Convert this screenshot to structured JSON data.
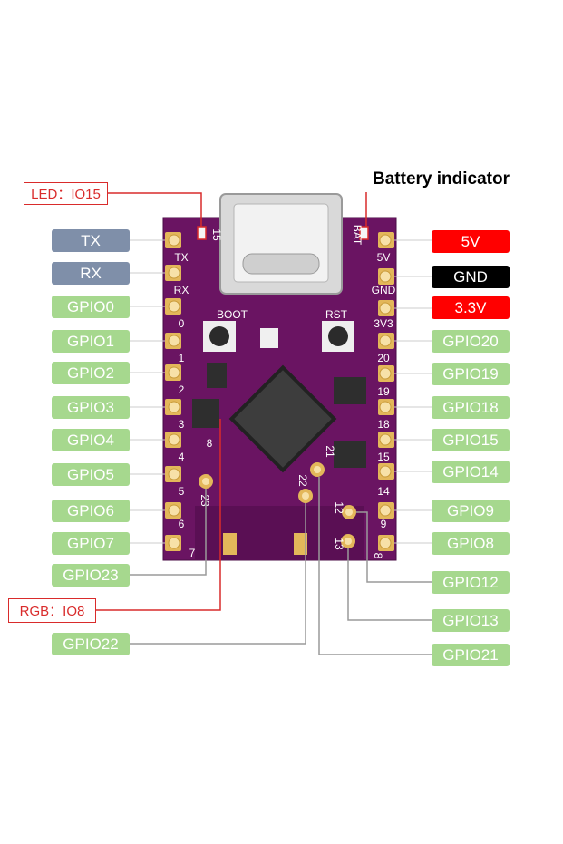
{
  "callouts": {
    "led": "LED：IO15",
    "rgb": "RGB：IO8",
    "battery": "Battery indicator"
  },
  "left_labels": [
    "TX",
    "RX",
    "GPIO0",
    "GPIO1",
    "GPIO2",
    "GPIO3",
    "GPIO4",
    "GPIO5",
    "GPIO6",
    "GPIO7",
    "GPIO23",
    "GPIO22"
  ],
  "right_labels": [
    "5V",
    "GND",
    "3.3V",
    "GPIO20",
    "GPIO19",
    "GPIO18",
    "GPIO15",
    "GPIO14",
    "GPIO9",
    "GPIO8",
    "GPIO12",
    "GPIO13",
    "GPIO21"
  ],
  "silkscreen": {
    "left": [
      "TX",
      "RX",
      "0",
      "1",
      "2",
      "3",
      "4",
      "5",
      "6"
    ],
    "left_bottom": "7",
    "right": [
      "5V",
      "GND",
      "3V3",
      "20",
      "19",
      "18",
      "15",
      "14",
      "9"
    ],
    "right_bottom": "8",
    "inner": [
      "23",
      "22",
      "21",
      "12",
      "13"
    ],
    "top": [
      "15",
      "BAT"
    ],
    "buttons": [
      "BOOT",
      "RST"
    ],
    "numbers_misc": [
      "8"
    ]
  },
  "colors": {
    "pcb": "#6a1462",
    "pad": "#e3b75a",
    "gray_pill": "#7f8fa9",
    "green_pill": "#a6d88e",
    "red": "#ff0000",
    "callout_line": "#d92b2b"
  }
}
